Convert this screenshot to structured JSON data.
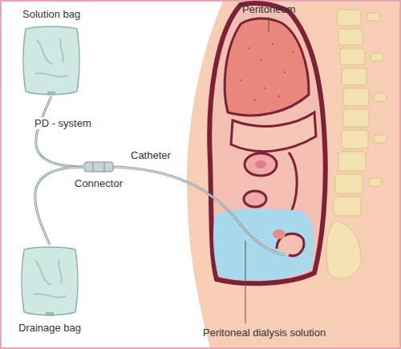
{
  "diagram": {
    "nodes": [
      {
        "text": [
          "Solution bag"
        ]
      },
      {
        "text": [
          "Connector"
        ]
      },
      {
        "text": [
          "Drainage bag"
        ]
      }
    ],
    "edges": [
      {
        "from": 0,
        "to": 1,
        "arrow": "none"
      },
      {
        "from": 1,
        "to": 2,
        "arrow": "none"
      }
    ],
    "labels": [
      "Peritoneum",
      "PD - system",
      "Catheter",
      "Peritoneal dialysis solution"
    ]
  }
}
